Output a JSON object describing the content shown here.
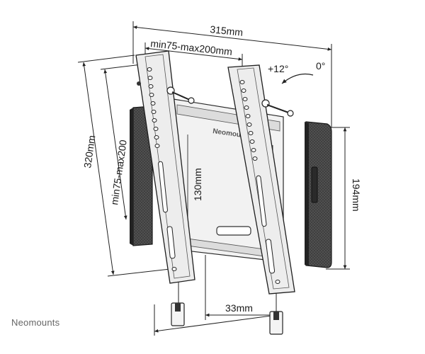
{
  "dimensions": {
    "total_width": "315mm",
    "bracket_spacing": "min75-max200mm",
    "total_height": "320mm",
    "vertical_spacing": "min75-max200",
    "arm_height": "130mm",
    "plate_height": "194mm",
    "bottom_offset": "33mm"
  },
  "tilt": {
    "up": "+12°",
    "level": "0°"
  },
  "plate_brand": "Neomounts",
  "footer_logo": "Neomounts",
  "colors": {
    "metal": "#e6e6e6",
    "dark": "#2a2a2a",
    "pad": "#3a3a3a",
    "line": "#222222"
  }
}
